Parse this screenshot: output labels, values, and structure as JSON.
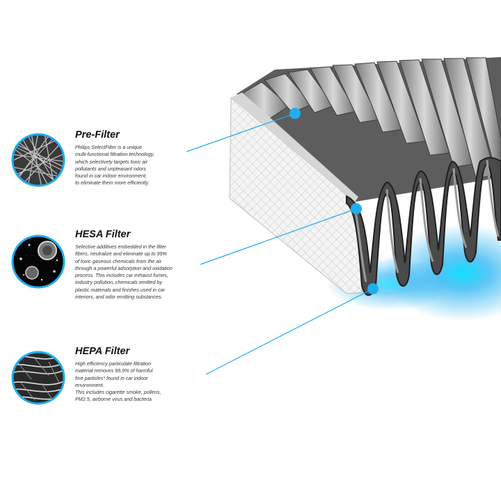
{
  "accent_color": "#1eaef0",
  "filters": [
    {
      "title": "Pre-Filter",
      "icon": "fiber-mesh-icon",
      "lines": [
        "Philips SelectFilter is a unique",
        "multi-functional filtration technology,",
        "which selectively targets toxic air",
        "pollutants and unpleasant odors",
        "found in car indoor environment,",
        "to eliminate them more efficiently."
      ]
    },
    {
      "title": "HESA Filter",
      "icon": "adsorbent-particle-icon",
      "lines": [
        "Selective additives embedded in the filter",
        "fibers, neutralize and eliminate up to 99%",
        "of  toxic gaseous chemicals from the air",
        "through a powerful adsorption and oxidation",
        "process. This includes car exhaust fumes,",
        "industry pollution, chemicals emitted by",
        "plastic materials and finishes used in car",
        "interiors, and odor emitting substances."
      ]
    },
    {
      "title": "HEPA Filter",
      "icon": "hepa-fiber-layer-icon",
      "lines": [
        "High efficiency particulate filtration",
        "material removes 99,9% of harmful",
        "fine particles* found in car indoor",
        "environment.",
        "This includes cigarette smoke, pollens,",
        "PM2.5, airborne virus and bacteria"
      ]
    }
  ]
}
